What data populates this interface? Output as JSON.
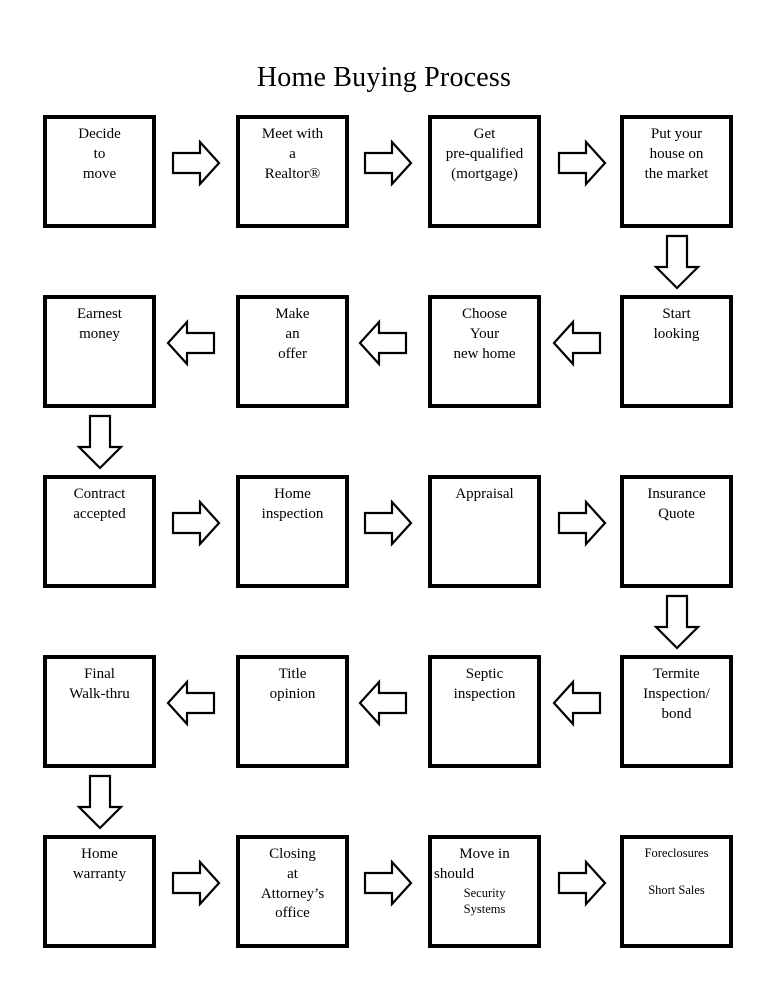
{
  "document": {
    "title": "Home Buying Process"
  },
  "flowchart": {
    "type": "process-flowchart",
    "rows": 5,
    "columns": 4,
    "colors": {
      "page_background": "#ffffff",
      "box_fill": "#ffffff",
      "box_border": "#000000",
      "arrow_fill": "#ffffff",
      "arrow_stroke": "#000000",
      "text": "#000000"
    },
    "steps": [
      {
        "id": "step-1",
        "row": 1,
        "col": 1,
        "lines": [
          "Decide",
          "to",
          "move"
        ]
      },
      {
        "id": "step-2",
        "row": 1,
        "col": 2,
        "lines": [
          "Meet with",
          "a",
          "Realtor®"
        ]
      },
      {
        "id": "step-3",
        "row": 1,
        "col": 3,
        "lines": [
          "Get",
          "pre-qualified",
          "(mortgage)"
        ]
      },
      {
        "id": "step-4",
        "row": 1,
        "col": 4,
        "lines": [
          "Put your",
          "house on",
          "the market"
        ]
      },
      {
        "id": "step-5",
        "row": 2,
        "col": 4,
        "lines": [
          "Start",
          "looking"
        ]
      },
      {
        "id": "step-6",
        "row": 2,
        "col": 3,
        "lines": [
          "Choose",
          "Your",
          "new home"
        ]
      },
      {
        "id": "step-7",
        "row": 2,
        "col": 2,
        "lines": [
          "Make",
          "an",
          "offer"
        ]
      },
      {
        "id": "step-8",
        "row": 2,
        "col": 1,
        "lines": [
          "Earnest",
          "money"
        ]
      },
      {
        "id": "step-9",
        "row": 3,
        "col": 1,
        "lines": [
          "Contract",
          "accepted"
        ]
      },
      {
        "id": "step-10",
        "row": 3,
        "col": 2,
        "lines": [
          "Home",
          "inspection"
        ]
      },
      {
        "id": "step-11",
        "row": 3,
        "col": 3,
        "lines": [
          "Appraisal"
        ]
      },
      {
        "id": "step-12",
        "row": 3,
        "col": 4,
        "lines": [
          "Insurance",
          "Quote"
        ]
      },
      {
        "id": "step-13",
        "row": 4,
        "col": 4,
        "lines": [
          "Termite",
          "Inspection/",
          "bond"
        ]
      },
      {
        "id": "step-14",
        "row": 4,
        "col": 3,
        "lines": [
          "Septic",
          "inspection"
        ]
      },
      {
        "id": "step-15",
        "row": 4,
        "col": 2,
        "lines": [
          "Title",
          "opinion"
        ]
      },
      {
        "id": "step-16",
        "row": 4,
        "col": 1,
        "lines": [
          "Final",
          "Walk-thru"
        ]
      },
      {
        "id": "step-17",
        "row": 5,
        "col": 1,
        "lines": [
          "Home",
          "warranty"
        ]
      },
      {
        "id": "step-18",
        "row": 5,
        "col": 2,
        "lines": [
          "Closing",
          "at",
          "Attorney’s",
          "office"
        ]
      },
      {
        "id": "step-19",
        "row": 5,
        "col": 3,
        "lines": [
          "Move in",
          "should",
          "Security",
          "Systems"
        ]
      },
      {
        "id": "step-20",
        "row": 5,
        "col": 4,
        "lines": [
          "Foreclosures",
          "Short Sales"
        ]
      }
    ],
    "connectors": [
      {
        "id": "arrow-1",
        "direction": "right",
        "from": "step-1",
        "to": "step-2"
      },
      {
        "id": "arrow-2",
        "direction": "right",
        "from": "step-2",
        "to": "step-3"
      },
      {
        "id": "arrow-3",
        "direction": "right",
        "from": "step-3",
        "to": "step-4"
      },
      {
        "id": "arrow-4",
        "direction": "down",
        "from": "step-4",
        "to": "step-5"
      },
      {
        "id": "arrow-5",
        "direction": "left",
        "from": "step-5",
        "to": "step-6"
      },
      {
        "id": "arrow-6",
        "direction": "left",
        "from": "step-6",
        "to": "step-7"
      },
      {
        "id": "arrow-7",
        "direction": "left",
        "from": "step-7",
        "to": "step-8"
      },
      {
        "id": "arrow-8",
        "direction": "down",
        "from": "step-8",
        "to": "step-9"
      },
      {
        "id": "arrow-9",
        "direction": "right",
        "from": "step-9",
        "to": "step-10"
      },
      {
        "id": "arrow-10",
        "direction": "right",
        "from": "step-10",
        "to": "step-11"
      },
      {
        "id": "arrow-11",
        "direction": "right",
        "from": "step-11",
        "to": "step-12"
      },
      {
        "id": "arrow-12",
        "direction": "down",
        "from": "step-12",
        "to": "step-13"
      },
      {
        "id": "arrow-13",
        "direction": "left",
        "from": "step-13",
        "to": "step-14"
      },
      {
        "id": "arrow-14",
        "direction": "left",
        "from": "step-14",
        "to": "step-15"
      },
      {
        "id": "arrow-15",
        "direction": "left",
        "from": "step-15",
        "to": "step-16"
      },
      {
        "id": "arrow-16",
        "direction": "down",
        "from": "step-16",
        "to": "step-17"
      },
      {
        "id": "arrow-17",
        "direction": "right",
        "from": "step-17",
        "to": "step-18"
      },
      {
        "id": "arrow-18",
        "direction": "right",
        "from": "step-18",
        "to": "step-19"
      },
      {
        "id": "arrow-19",
        "direction": "right",
        "from": "step-19",
        "to": "step-20"
      }
    ]
  }
}
